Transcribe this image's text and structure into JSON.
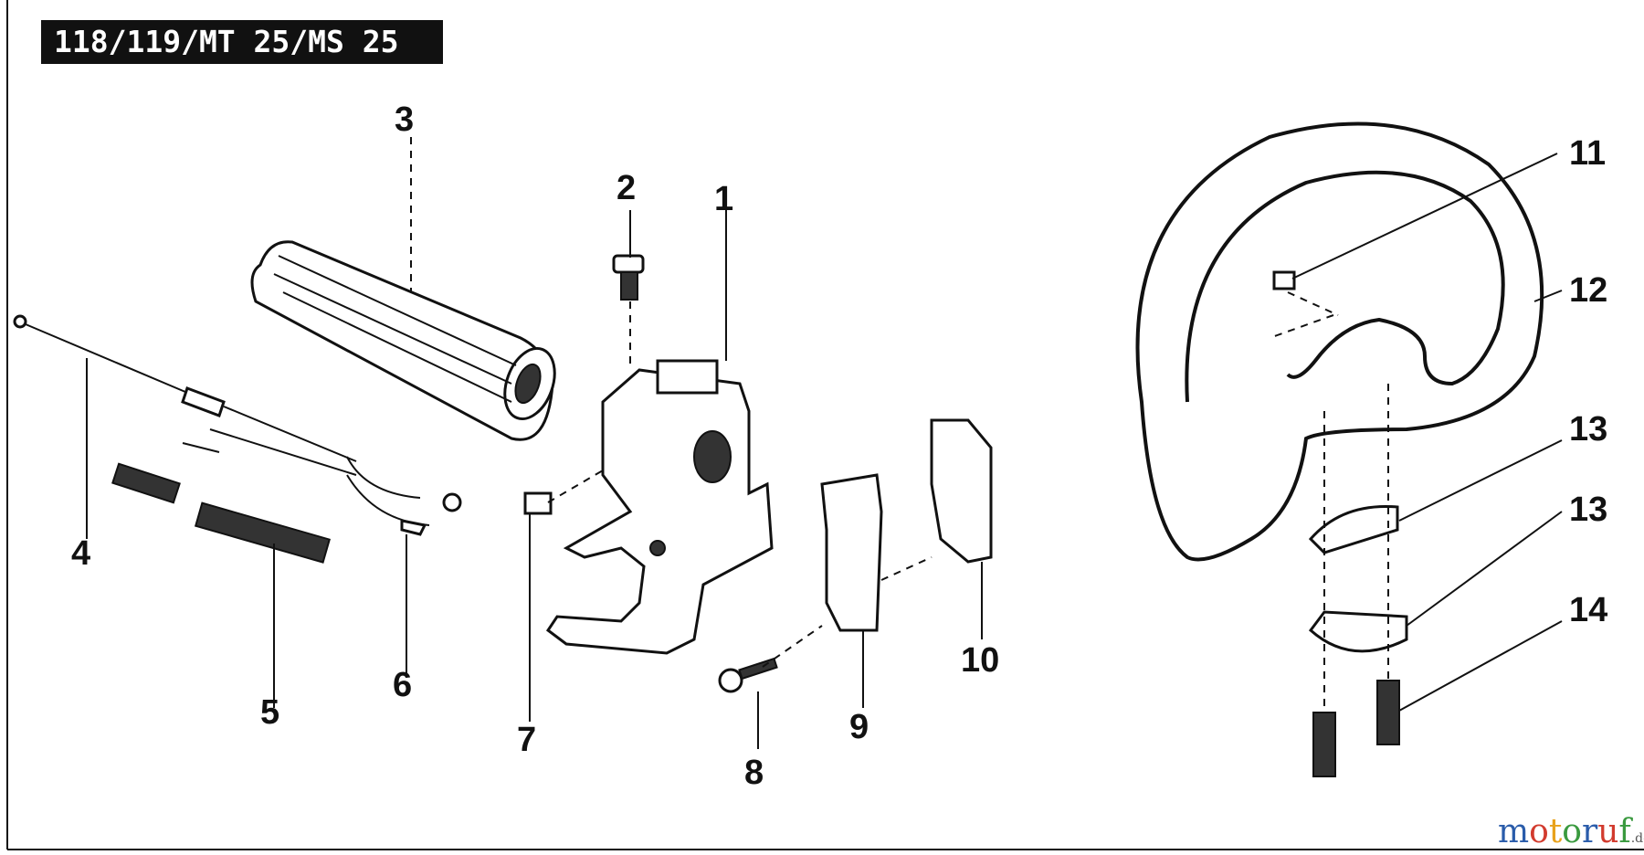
{
  "title": "118/119/MT 25/MS 25",
  "callouts": [
    "1",
    "2",
    "3",
    "4",
    "5",
    "6",
    "7",
    "8",
    "9",
    "10",
    "11",
    "12",
    "13",
    "13",
    "14"
  ],
  "watermark": {
    "letters": [
      "m",
      "o",
      "t",
      "o",
      "r",
      "u",
      "f"
    ],
    "suffix": ".de",
    "colors": [
      "#2a5caa",
      "#d23b2e",
      "#e8a21c",
      "#3a9a3f",
      "#2a5caa",
      "#d23b2e",
      "#3a9a3f"
    ]
  }
}
